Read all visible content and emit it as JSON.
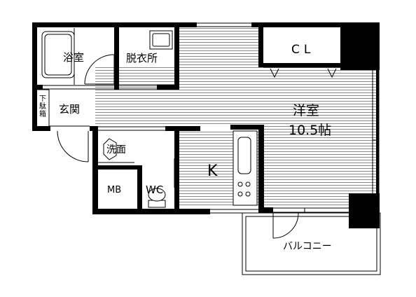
{
  "floor_plan": {
    "rooms": {
      "bath": {
        "label": "浴室"
      },
      "dressing": {
        "label": "脱衣所"
      },
      "closet": {
        "label": "CL"
      },
      "shoe_box": {
        "label": "下駄箱"
      },
      "entrance": {
        "label": "玄関"
      },
      "western_room": {
        "label": "洋室",
        "size": "10.5帖"
      },
      "washbasin": {
        "label": "洗面"
      },
      "kitchen": {
        "label": "K"
      },
      "meter_box": {
        "label": "MB"
      },
      "toilet": {
        "label": "WC"
      },
      "balcony": {
        "label": "バルコニー"
      }
    },
    "colors": {
      "wall": "#000000",
      "hatch": "#888888",
      "background": "#ffffff",
      "fixture_outline": "#000000"
    }
  }
}
